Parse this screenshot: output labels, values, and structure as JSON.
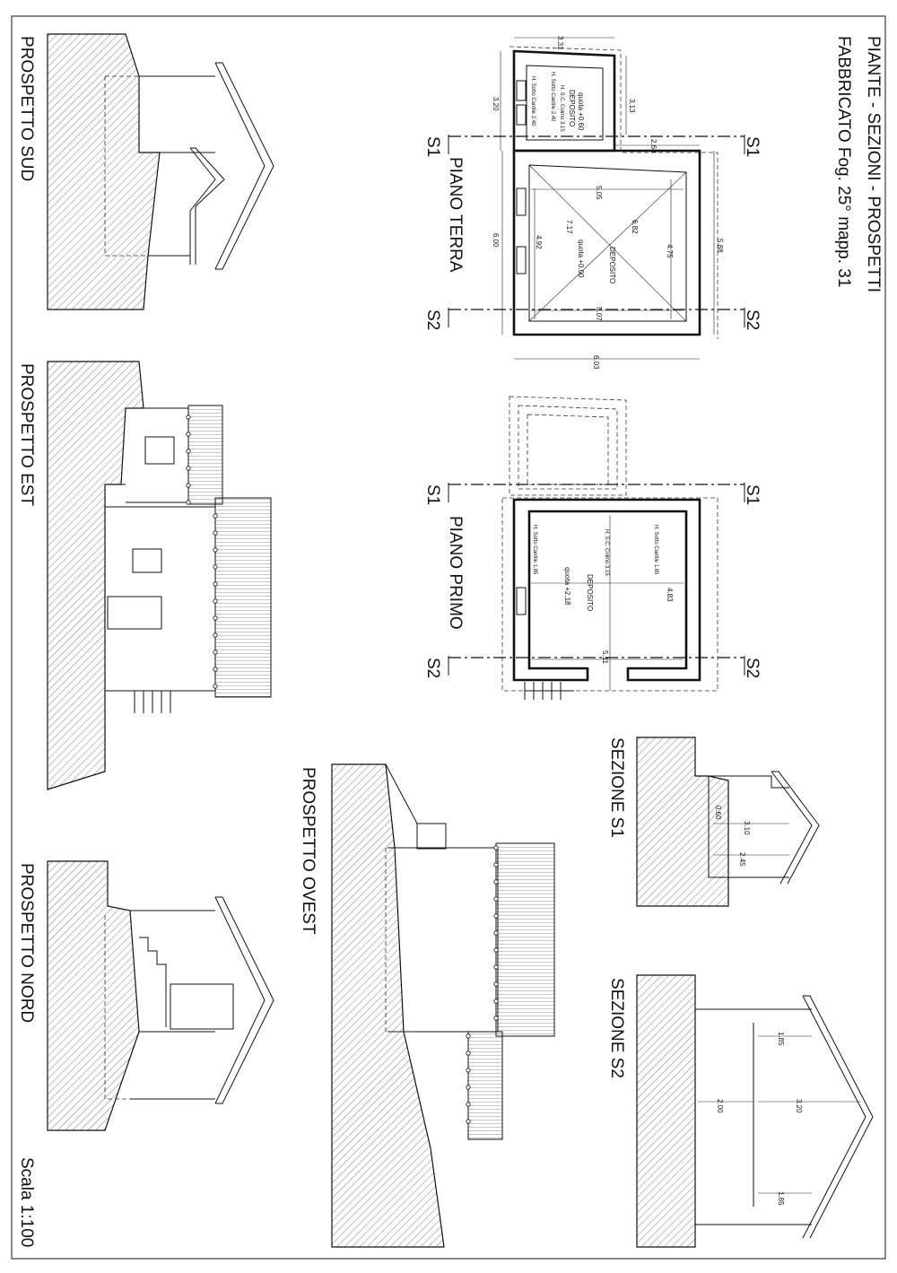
{
  "title": {
    "line1": "FABBRICATO Fog. 25° mapp. 31",
    "line2": "PIANTE - SEZIONI - PROSPETTI"
  },
  "scale": "Scala 1:100",
  "views": {
    "sud": "PROSPETTO SUD",
    "est": "PROSPETTO EST",
    "nord": "PROSPETTO NORD",
    "ovest": "PROSPETTO OVEST",
    "sez_s1": "SEZIONE S1",
    "sez_s2": "SEZIONE S2",
    "piano_terra": "PIANO TERRA",
    "piano_primo": "PIANO PRIMO"
  },
  "section_marks": {
    "s1": "S1",
    "s2": "S2"
  },
  "piano_terra": {
    "room_small": {
      "name": "DEPOSITO",
      "quota": "quota +0.60",
      "h_sc": "H. S.C. Colmo 3.15",
      "h_sotto_1": "H. Sotto Cantile 2.40",
      "h_sotto_2": "H. Sotto Cantile 2.40"
    },
    "room_main": {
      "name": "DEPOSITO",
      "quota": "quota +0.00"
    },
    "dims": {
      "d331": "3.31",
      "d320": "3.20",
      "d313": "3.13",
      "d268": "2.68",
      "d505": "5.05",
      "d717": "7.17",
      "d682": "6.82",
      "d492": "4.92",
      "d475": "4.75",
      "d588": "5.88",
      "d600": "6.00",
      "d507": "5.07",
      "d603": "6.03"
    }
  },
  "piano_primo": {
    "room": {
      "name": "DEPOSITO",
      "quota": "quota +2.18",
      "h_sc": "H. S.C. Colmo 3.15",
      "h_sotto_1": "H. Sotto Cantile 1.85",
      "h_sotto_2": "H. Sotto Cantile 1.85"
    },
    "dims": {
      "d483": "4.83",
      "d511": "5.11"
    }
  },
  "sezione_s1": {
    "d060": "0.60",
    "d310": "3.10",
    "d245": "2.45"
  },
  "sezione_s2": {
    "d185a": "1.85",
    "d200": "2.00",
    "d320": "3.20",
    "d185b": "1.85"
  }
}
